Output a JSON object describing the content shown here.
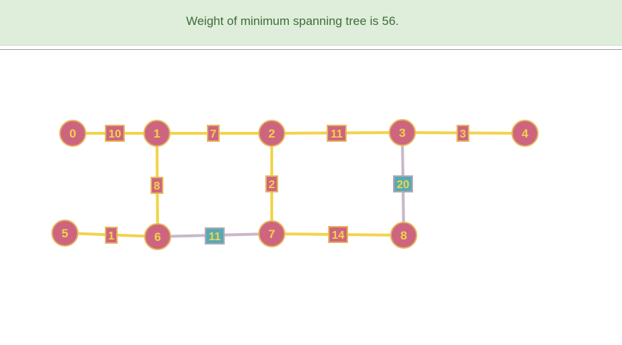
{
  "result": {
    "message": "Weight of minimum spanning tree is 56."
  },
  "colors": {
    "node_fill": "#cd6580",
    "node_stroke": "#e8b55a",
    "node_text": "#f3d14c",
    "mst_edge": "#f1d44a",
    "non_mst_edge": "#c9b7cb",
    "mst_weight_fill": "#cd6580",
    "mst_weight_stroke": "#e8b55a",
    "non_mst_weight_fill": "#55acb2",
    "non_mst_weight_stroke": "#b8a3b8",
    "weight_text": "#f3d14c"
  },
  "graph": {
    "nodes": [
      {
        "id": 0,
        "label": "0"
      },
      {
        "id": 1,
        "label": "1"
      },
      {
        "id": 2,
        "label": "2"
      },
      {
        "id": 3,
        "label": "3"
      },
      {
        "id": 4,
        "label": "4"
      },
      {
        "id": 5,
        "label": "5"
      },
      {
        "id": 6,
        "label": "6"
      },
      {
        "id": 7,
        "label": "7"
      },
      {
        "id": 8,
        "label": "8"
      }
    ],
    "edges": [
      {
        "from": 0,
        "to": 1,
        "weight": "10",
        "in_mst": true
      },
      {
        "from": 1,
        "to": 2,
        "weight": "7",
        "in_mst": true
      },
      {
        "from": 2,
        "to": 3,
        "weight": "11",
        "in_mst": true
      },
      {
        "from": 3,
        "to": 4,
        "weight": "3",
        "in_mst": true
      },
      {
        "from": 1,
        "to": 6,
        "weight": "8",
        "in_mst": true
      },
      {
        "from": 2,
        "to": 7,
        "weight": "2",
        "in_mst": true
      },
      {
        "from": 3,
        "to": 8,
        "weight": "20",
        "in_mst": false
      },
      {
        "from": 5,
        "to": 6,
        "weight": "1",
        "in_mst": true
      },
      {
        "from": 6,
        "to": 7,
        "weight": "11",
        "in_mst": false
      },
      {
        "from": 7,
        "to": 8,
        "weight": "14",
        "in_mst": true
      }
    ]
  }
}
